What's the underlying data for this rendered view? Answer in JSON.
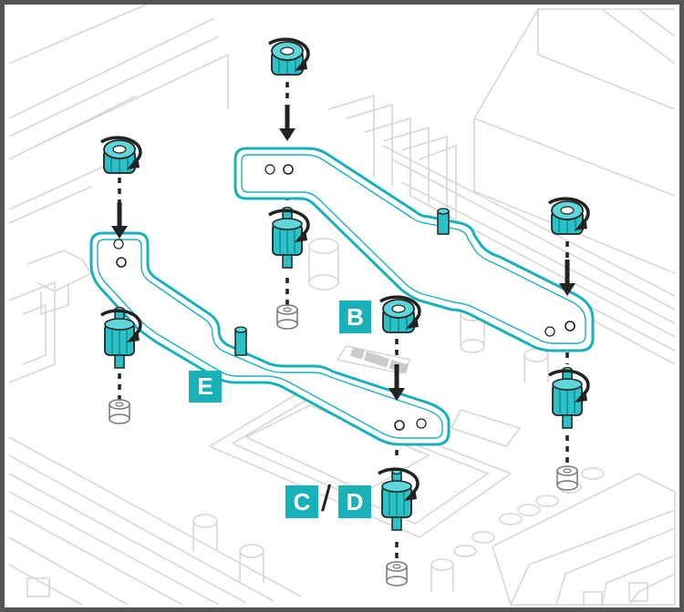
{
  "labels": {
    "b": "B",
    "e": "E",
    "c": "C",
    "sep": "/",
    "d": "D"
  },
  "colors": {
    "accent": "#19b1b8",
    "accent_dark": "#0f8c92",
    "line": "#d8d8d8",
    "frame": "#555555",
    "ink": "#222222"
  },
  "icons": [
    "thumbscrew-icon",
    "rotate-arrow-icon",
    "down-arrow-icon",
    "standoff-icon",
    "mounting-bracket"
  ]
}
